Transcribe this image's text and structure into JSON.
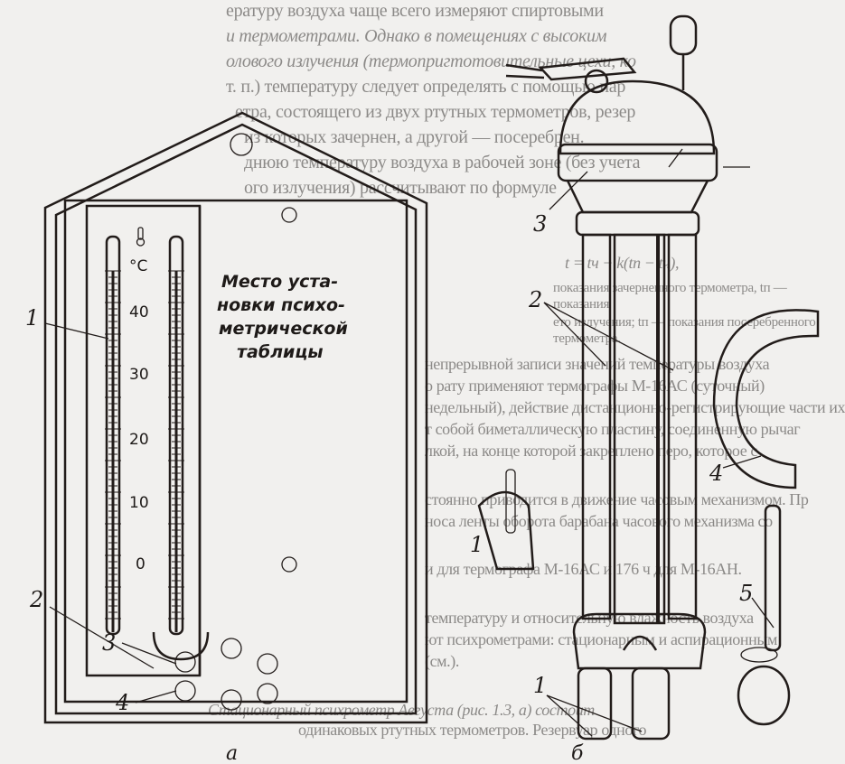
{
  "background_text": [
    "ературу воздуха чаще всего измеряют спиртовыми",
    "и термометрами. Однако в помещениях с высоким",
    "олового излучения (термопригтотовительные цехи, ко",
    "т. п.) температуру следует определять с помощью пар",
    "етра, состоящего из двух ртутных термометров, резер",
    "из которых зачернен, а другой — посеребрен.",
    "днюю температуру воздуха в рабочей зоне (без учета",
    "ого излучения) рассчитывают по формуле",
    "t = tч − k(tп − tч),",
    "показания зачерненного термометра, tп — показания",
    "ето излучения; tп — показания посеребренного термометра.",
    "непрерывной записи значений температуры воздуха",
    "о рату применяют термографы М-16АС (суточный)",
    "недельный), действие дистанционно-регистрирующие части их",
    "т собой биметаллическую пластину, соединенную рычаг",
    "лкой, на конце которой закреплено перо, которое с",
    "стоянно приводится в движение часовым механизмом. Пр",
    "носа ленты оборота барабана часового механизма со",
    "и для термографа М-16АС и 176 ч для М-16АН.",
    "температуру и относительную влажность воздуха",
    "ют психрометрами: стационарным и аспирационным",
    "(см.).",
    "Стационарный психрометр Августа (рис. 1.3, а) состоит",
    "одинаковых ртутных термометров. Резервуар одного"
  ],
  "figure_a": {
    "unit_label": "°C",
    "scale_ticks": [
      "40",
      "30",
      "20",
      "10",
      "0"
    ],
    "plaque_lines": [
      "Место уста-",
      "новки психо-",
      "метрической",
      "таблицы"
    ],
    "callouts": [
      "1",
      "2",
      "3",
      "4"
    ],
    "caption": "а"
  },
  "figure_b": {
    "callouts": [
      "3",
      "2",
      "1",
      "1",
      "4",
      "5"
    ],
    "caption": "б"
  }
}
